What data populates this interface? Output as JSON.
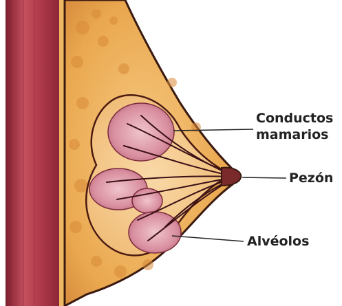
{
  "labels": {
    "conductos_line1": "Conductos",
    "conductos_line2": "mamarios",
    "pezon": "Pezón",
    "alveolos": "Alvéolos"
  },
  "colors": {
    "background": "#ffffff",
    "muscle": "#b83a4a",
    "tissue": "#e8a24a",
    "skin_outline": "#3a1a10",
    "lobule": "#d98fa0",
    "duct": "#3b1015",
    "leader_line": "#222222"
  }
}
